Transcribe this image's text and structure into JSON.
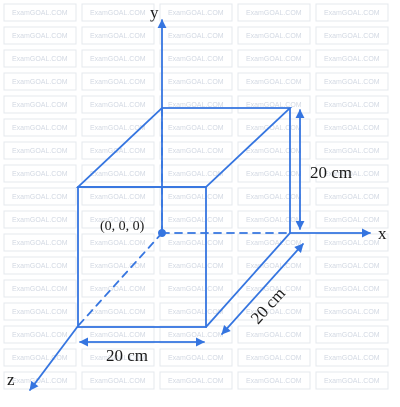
{
  "watermark": {
    "text": "ExamGOAL.COM"
  },
  "axes": {
    "x_label": "x",
    "y_label": "y",
    "z_label": "z"
  },
  "origin": {
    "label": "(0, 0, 0)"
  },
  "dimensions": {
    "height": "20 cm",
    "depth": "20 cm",
    "width": "20 cm"
  },
  "colors": {
    "line": "#3575e0",
    "text": "#1a1a1a",
    "watermark": "#d3d9e3"
  }
}
